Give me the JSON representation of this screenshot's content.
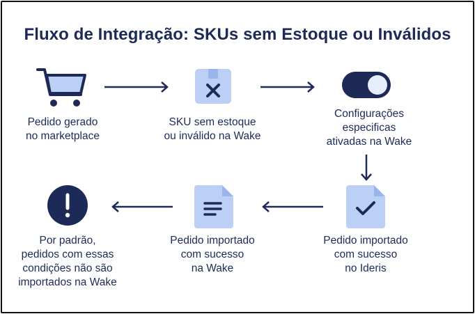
{
  "title": "Fluxo de Integração: SKUs sem Estoque ou Inválidos",
  "colors": {
    "navy": "#1d2a57",
    "light_blue": "#bcd0f5",
    "mid_blue": "#9bb5ec"
  },
  "steps": [
    {
      "icon": "shopping-cart-icon",
      "label": "Pedido gerado\nno marketplace"
    },
    {
      "icon": "box-x-icon",
      "label": "SKU sem estoque\nou inválido na Wake"
    },
    {
      "icon": "toggle-on-icon",
      "label": "Configurações\nespecificas\nativadas na Wake"
    },
    {
      "icon": "document-check-icon",
      "label": "Pedido importado\ncom sucesso\nno Ideris"
    },
    {
      "icon": "document-lines-icon",
      "label": "Pedido importado\ncom sucesso\nna Wake"
    },
    {
      "icon": "alert-circle-icon",
      "label": "Por padrão,\npedidos com essas\ncondições não são\nimportados na Wake"
    }
  ]
}
